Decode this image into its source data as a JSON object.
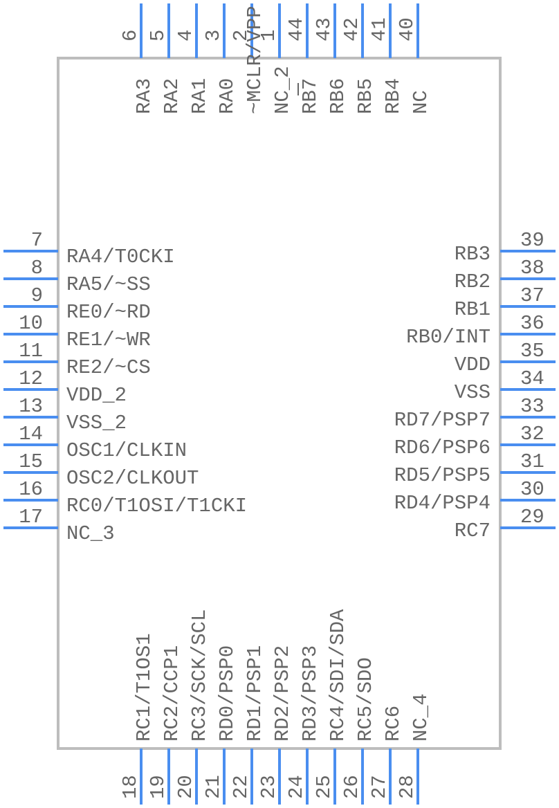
{
  "component": {
    "type": "IC schematic symbol",
    "pin_count": 44,
    "colors": {
      "pin": "#4a8ef0",
      "body_outline": "#bdbdbd",
      "text": "#666666",
      "background": "#ffffff"
    }
  },
  "pins": {
    "left": [
      {
        "number": "7",
        "name": "RA4/T0CKI"
      },
      {
        "number": "8",
        "name": "RA5/~SS"
      },
      {
        "number": "9",
        "name": "RE0/~RD"
      },
      {
        "number": "10",
        "name": "RE1/~WR"
      },
      {
        "number": "11",
        "name": "RE2/~CS"
      },
      {
        "number": "12",
        "name": "VDD_2"
      },
      {
        "number": "13",
        "name": "VSS_2"
      },
      {
        "number": "14",
        "name": "OSC1/CLKIN"
      },
      {
        "number": "15",
        "name": "OSC2/CLKOUT"
      },
      {
        "number": "16",
        "name": "RC0/T1OSI/T1CKI"
      },
      {
        "number": "17",
        "name": "NC_3"
      }
    ],
    "right": [
      {
        "number": "39",
        "name": "RB3"
      },
      {
        "number": "38",
        "name": "RB2"
      },
      {
        "number": "37",
        "name": "RB1"
      },
      {
        "number": "36",
        "name": "RB0/INT"
      },
      {
        "number": "35",
        "name": "VDD"
      },
      {
        "number": "34",
        "name": "VSS"
      },
      {
        "number": "33",
        "name": "RD7/PSP7"
      },
      {
        "number": "32",
        "name": "RD6/PSP6"
      },
      {
        "number": "31",
        "name": "RD5/PSP5"
      },
      {
        "number": "30",
        "name": "RD4/PSP4"
      },
      {
        "number": "29",
        "name": "RC7"
      }
    ],
    "top": [
      {
        "number": "6",
        "name": "RA3"
      },
      {
        "number": "5",
        "name": "RA2"
      },
      {
        "number": "4",
        "name": "RA1"
      },
      {
        "number": "3",
        "name": "RA0"
      },
      {
        "number": "2",
        "name": "~MCLR/VPP"
      },
      {
        "number": "1",
        "name": "NC_2"
      },
      {
        "number": "44",
        "name": "RB7"
      },
      {
        "number": "43",
        "name": "RB6"
      },
      {
        "number": "42",
        "name": "RB5"
      },
      {
        "number": "41",
        "name": "RB4"
      },
      {
        "number": "40",
        "name": "NC"
      }
    ],
    "bottom": [
      {
        "number": "18",
        "name": "RC1/T1OS1"
      },
      {
        "number": "19",
        "name": "RC2/CCP1"
      },
      {
        "number": "20",
        "name": "RC3/SCK/SCL"
      },
      {
        "number": "21",
        "name": "RD0/PSP0"
      },
      {
        "number": "22",
        "name": "RD1/PSP1"
      },
      {
        "number": "23",
        "name": "RD2/PSP2"
      },
      {
        "number": "24",
        "name": "RD3/PSP3"
      },
      {
        "number": "25",
        "name": "RC4/SDI/SDA"
      },
      {
        "number": "26",
        "name": "RC5/SDO"
      },
      {
        "number": "27",
        "name": "RC6"
      },
      {
        "number": "28",
        "name": "NC_4"
      }
    ]
  }
}
